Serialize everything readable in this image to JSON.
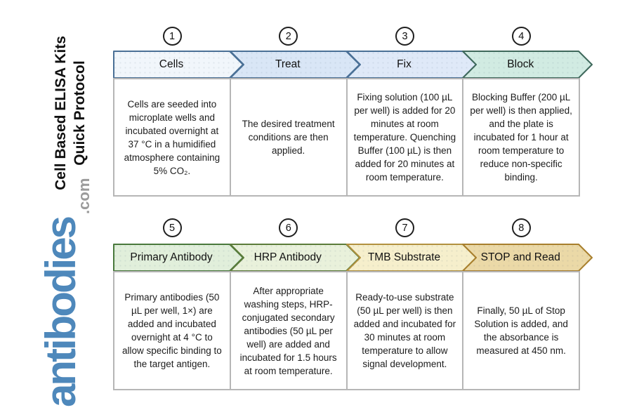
{
  "sidebar": {
    "title_line1": "Cell Based ELISA Kits",
    "title_line2": "Quick Protocol",
    "logo_main": "antibodies",
    "logo_suffix": ".com",
    "logo_color": "#4e88bb",
    "logo_suffix_color": "#9b9b9b"
  },
  "layout_colors": {
    "box_border": "#b6b6b6",
    "circle_border": "#1f1f1f",
    "background": "#ffffff"
  },
  "steps": [
    {
      "number": "1",
      "label": "Cells",
      "description": "Cells are seeded into microplate wells and incubated overnight at 37 °C in a humidified atmosphere containing 5% CO₂.",
      "fill": "#f1f6fb",
      "stroke": "#4a7096"
    },
    {
      "number": "2",
      "label": "Treat",
      "description": "The desired treatment conditions are then applied.",
      "fill": "#d9e6f6",
      "stroke": "#4a7096"
    },
    {
      "number": "3",
      "label": "Fix",
      "description": "Fixing solution (100 µL per well) is added for 20 minutes at room temperature. Quenching Buffer (100 µL) is then added for 20 minutes at room temperature.",
      "fill": "#dfe9f8",
      "stroke": "#4a7096"
    },
    {
      "number": "4",
      "label": "Block",
      "description": "Blocking Buffer (200 µL per well) is then applied, and the plate is incubated for 1 hour at room temperature to reduce non-specific binding.",
      "fill": "#d1ebe2",
      "stroke": "#3e685b"
    },
    {
      "number": "5",
      "label": "Primary Antibody",
      "description": "Primary antibodies (50 µL per well, 1×) are added and incubated overnight at 4 °C to allow specific binding to the target antigen.",
      "fill": "#e1efdb",
      "stroke": "#49793c"
    },
    {
      "number": "6",
      "label": "HRP Antibody",
      "description": "After appropriate washing steps, HRP-conjugated secondary antibodies (50 µL per well) are added and incubated for 1.5 hours at room temperature.",
      "fill": "#e9f1db",
      "stroke": "#5c7c3a"
    },
    {
      "number": "7",
      "label": "TMB Substrate",
      "description": "Ready-to-use substrate (50 µL per well) is then added and incubated for 30 minutes at room temperature to allow signal development.",
      "fill": "#f6efcc",
      "stroke": "#b2913e"
    },
    {
      "number": "8",
      "label": "STOP and Read",
      "description": "Finally, 50 µL of Stop Solution is added, and the absorbance is measured at 450 nm.",
      "fill": "#ebd9a7",
      "stroke": "#a87f2d"
    }
  ]
}
